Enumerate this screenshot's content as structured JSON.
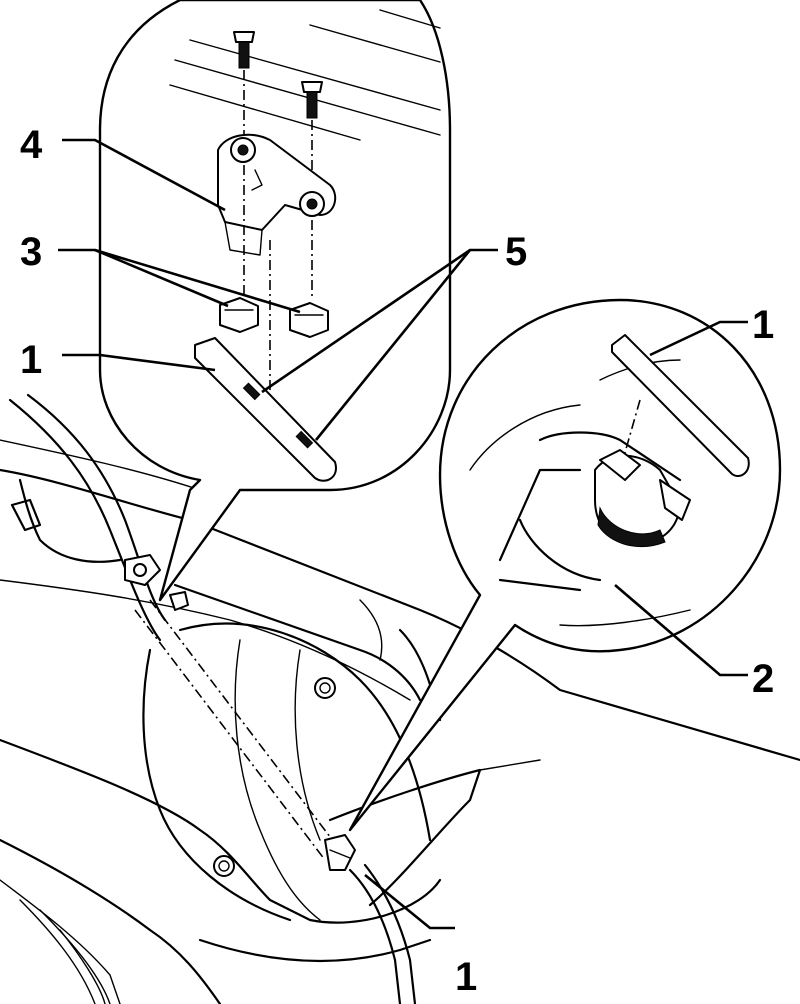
{
  "figure": {
    "callouts": {
      "label_1_top_left": "1",
      "label_3": "3",
      "label_4": "4",
      "label_5": "5",
      "label_1_right": "1",
      "label_2": "2",
      "label_1_bottom": "1"
    }
  }
}
